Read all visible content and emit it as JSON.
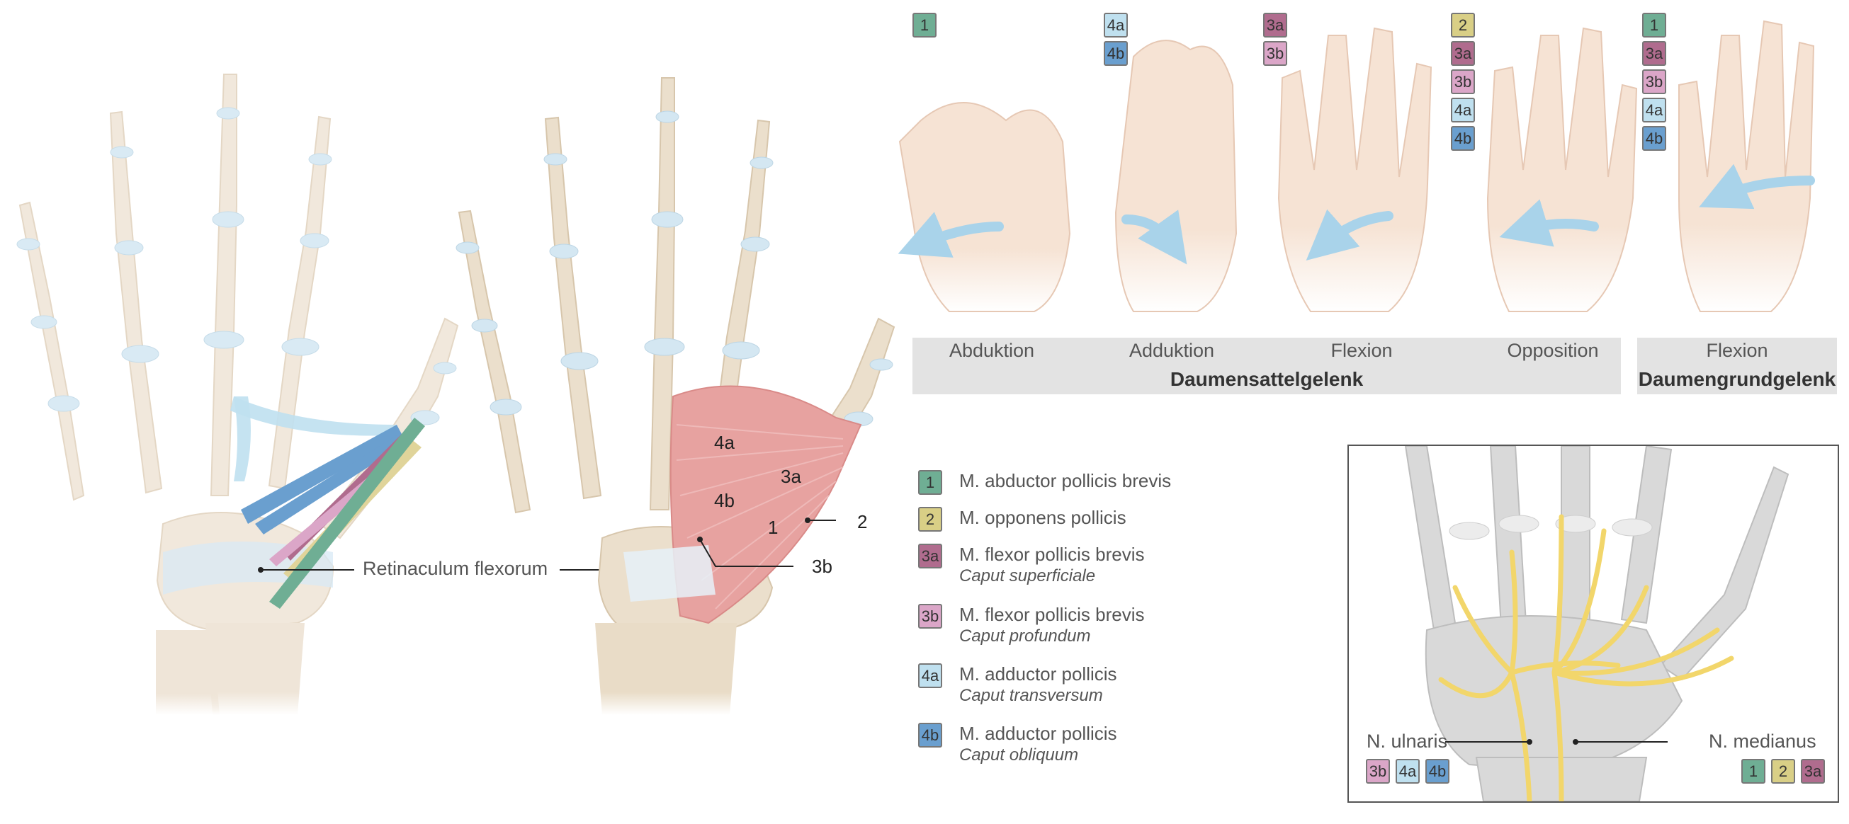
{
  "colors": {
    "t1": "#6fae94",
    "t2": "#d9cf86",
    "t3a": "#b06c8e",
    "t3b": "#dba6c8",
    "t4a": "#bfe0ef",
    "t4b": "#6a9fcf",
    "bone": "#efe5d8",
    "muscle": "#e7a2a0",
    "nerve": "#f2d66b"
  },
  "left_hand": {
    "retinaculum_label": "Retinaculum flexorum"
  },
  "middle_hand": {
    "labels": {
      "l4a": "4a",
      "l3a": "3a",
      "l4b": "4b",
      "l1": "1",
      "l2": "2",
      "l3b": "3b"
    }
  },
  "movements": {
    "items": [
      {
        "label": "Abduktion",
        "tags": [
          "1"
        ]
      },
      {
        "label": "Adduktion",
        "tags": [
          "4a",
          "4b"
        ]
      },
      {
        "label": "Flexion",
        "tags": [
          "3a",
          "3b"
        ]
      },
      {
        "label": "Opposition",
        "tags": [
          "2",
          "3a",
          "3b",
          "4a",
          "4b"
        ]
      },
      {
        "label": "Flexion",
        "tags": [
          "1",
          "3a",
          "3b",
          "4a",
          "4b"
        ]
      }
    ],
    "joint_saddle": "Daumensattelgelenk",
    "joint_base": "Daumengrundgelenk"
  },
  "legend": [
    {
      "tag": "1",
      "name": "M. abductor pollicis brevis",
      "sub": ""
    },
    {
      "tag": "2",
      "name": "M. opponens pollicis",
      "sub": ""
    },
    {
      "tag": "3a",
      "name": "M. flexor pollicis brevis",
      "sub": "Caput superficiale"
    },
    {
      "tag": "3b",
      "name": "M. flexor pollicis brevis",
      "sub": "Caput profundum"
    },
    {
      "tag": "4a",
      "name": "M. adductor pollicis",
      "sub": "Caput transversum"
    },
    {
      "tag": "4b",
      "name": "M. adductor pollicis",
      "sub": "Caput obliquum"
    }
  ],
  "nerves": {
    "ulnaris": "N. ulnaris",
    "medianus": "N. medianus",
    "ulnaris_tags": [
      "3b",
      "4a",
      "4b"
    ],
    "medianus_tags": [
      "1",
      "2",
      "3a"
    ]
  }
}
